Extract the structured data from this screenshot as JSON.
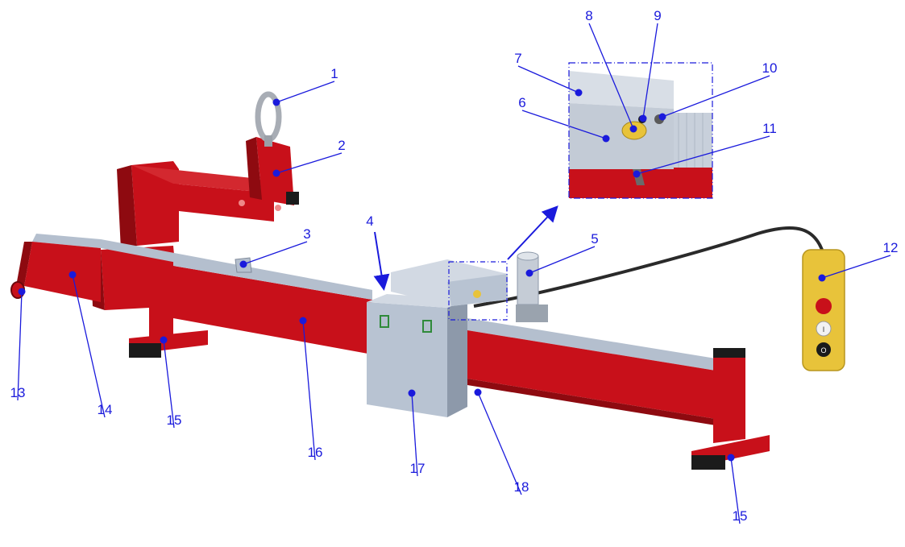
{
  "colors": {
    "frame_red": "#c8101a",
    "frame_red_dark": "#8e0a10",
    "frame_red_shadow": "#6d070c",
    "rail_steel": "#b4bfce",
    "box_steel": "#b8c3d2",
    "box_steel_dark": "#8d99aa",
    "pendant_yellow": "#e8c33a",
    "callout_blue": "#1a1adc",
    "cable": "#2a2a2a",
    "foot_black": "#1b1b1b"
  },
  "callouts": [
    {
      "id": "1",
      "label": "1"
    },
    {
      "id": "2",
      "label": "2"
    },
    {
      "id": "3",
      "label": "3"
    },
    {
      "id": "4",
      "label": "4"
    },
    {
      "id": "5",
      "label": "5"
    },
    {
      "id": "6",
      "label": "6"
    },
    {
      "id": "7",
      "label": "7"
    },
    {
      "id": "8",
      "label": "8"
    },
    {
      "id": "9",
      "label": "9"
    },
    {
      "id": "10",
      "label": "10"
    },
    {
      "id": "11",
      "label": "11"
    },
    {
      "id": "12",
      "label": "12"
    },
    {
      "id": "13",
      "label": "13"
    },
    {
      "id": "14",
      "label": "14"
    },
    {
      "id": "15a",
      "label": "15"
    },
    {
      "id": "16",
      "label": "16"
    },
    {
      "id": "17",
      "label": "17"
    },
    {
      "id": "18",
      "label": "18"
    },
    {
      "id": "15b",
      "label": "15"
    }
  ],
  "pendant": {
    "icons": [
      "emergency-stop-icon",
      "start-button-icon",
      "stop-button-icon"
    ],
    "button_marks": [
      "I",
      "O"
    ]
  },
  "detail_view": {
    "icons": [
      "detail-inset-icon",
      "zoom-arrow-icon"
    ]
  },
  "machine_parts": {
    "icons": [
      "lifting-eye-icon",
      "hanger-arm-icon",
      "main-beam-icon",
      "drive-box-icon",
      "motor-icon",
      "cable-icon",
      "wheel-icon",
      "foot-icon"
    ]
  }
}
